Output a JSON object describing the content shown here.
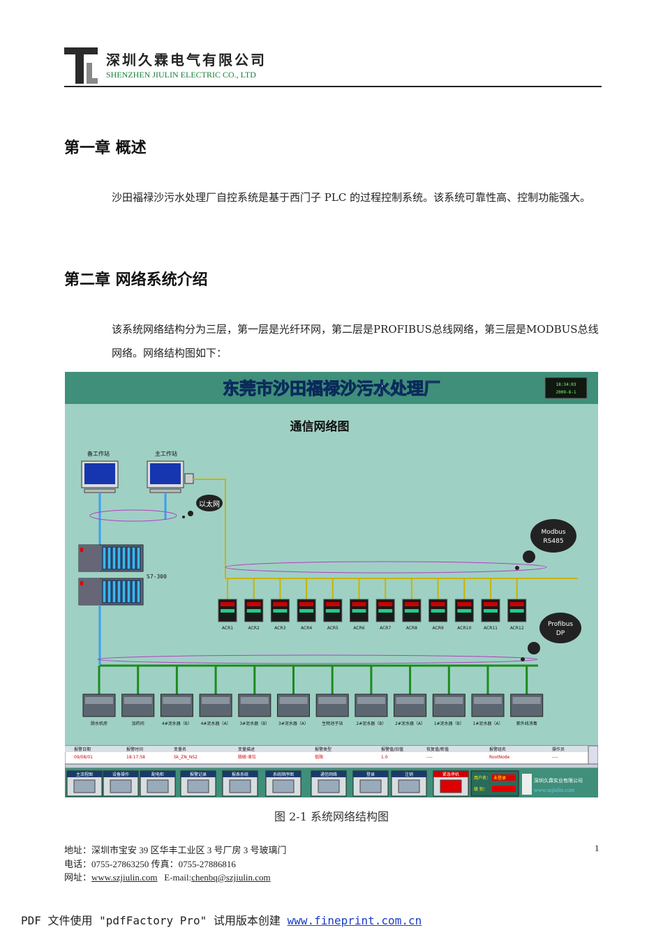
{
  "header": {
    "company_cn": "深圳久霖电气有限公司",
    "company_en": "SHENZHEN JIULIN ELECTRIC CO., LTD"
  },
  "chapter1": {
    "title": "第一章  概述",
    "text": "沙田福禄沙污水处理厂自控系统是基于西门子 PLC 的过程控制系统。该系统可靠性高、控制功能强大。"
  },
  "chapter2": {
    "title": "第二章  网络系统介绍",
    "text": "该系统网络结构分为三层，第一层是光纤环网，第二层是PROFIBUS总线网络，第三层是MODBUS总线网络。网络结构图如下："
  },
  "figure": {
    "banner": "东莞市沙田福禄沙污水处理厂",
    "clock_time": "18:34:03",
    "clock_date": "2009-8-1",
    "diagram_title": "通信网络图",
    "station_backup": "备工作站",
    "station_main": "主工作站",
    "ethernet_label": "以太网",
    "plc_label": "S7-300",
    "modbus_label": "Modbus\nRS485",
    "profibus_label": "Profibus\nDP",
    "acr_labels": [
      "ACR1",
      "ACR2",
      "ACR3",
      "ACR4",
      "ACR5",
      "ACR6",
      "ACR7",
      "ACR8",
      "ACR9",
      "ACR10",
      "ACR11",
      "ACR12"
    ],
    "station_labels": [
      "脱水机房",
      "加药间",
      "4#泥水器（B）",
      "4#泥水器（A）",
      "3#泥水器（B）",
      "3#泥水器（A）",
      "生物池子站",
      "2#泥水器（B）",
      "2#泥水器（A）",
      "1#泥水器（B）",
      "1#泥水器（A）",
      "紫外线消毒"
    ],
    "alarm_headers": [
      "报警日期",
      "报警时间",
      "变量名",
      "变量描述",
      "报警类型",
      "报警值/旧值",
      "恢复值/新值",
      "报警组名",
      "操作员"
    ],
    "alarm_row": [
      "09/08/01",
      "18:17:58",
      "Sk_ZN_NS2",
      "脱硫·液位",
      "低限",
      "1.0",
      "----",
      "RootNode",
      "----"
    ],
    "nav_buttons": [
      "主流程图",
      "设备操作",
      "配电柜",
      "报警记录",
      "报表系统",
      "系统顺序图",
      "通信网络",
      "登录",
      "注销",
      "紧急停机"
    ],
    "user_label": "用户名：",
    "user_value": "未登录",
    "level_label": "级 别：",
    "footer_company": "深圳久霖实业有限公司",
    "footer_url": "www.szjiulin.com"
  },
  "caption": "图 2-1  系统网络结构图",
  "footer": {
    "address": "地址：深圳市宝安 39 区华丰工业区 3 号厂房 3 号玻璃门",
    "phone": "电话：0755-27863250      传真：0755-27886816",
    "web_label": "网址：",
    "web": "www.szjiulin.com",
    "email_label": "E-mail:",
    "email": "chenbq@szjiulin.com",
    "page": "1"
  },
  "pdf_notice": {
    "text": "PDF 文件使用 \"pdfFactory Pro\" 试用版本创建 ",
    "link": "www.fineprint.com.cn"
  },
  "colors": {
    "figure_bg": "#9fd0c4",
    "banner_bg": "#3f8f7a",
    "bus_green": "#1b8c1b",
    "bus_yellow": "#c8b400",
    "ethernet_blue": "#3aa0f0",
    "en_green": "#1a7f3a",
    "link_blue": "#1a3cc8"
  }
}
